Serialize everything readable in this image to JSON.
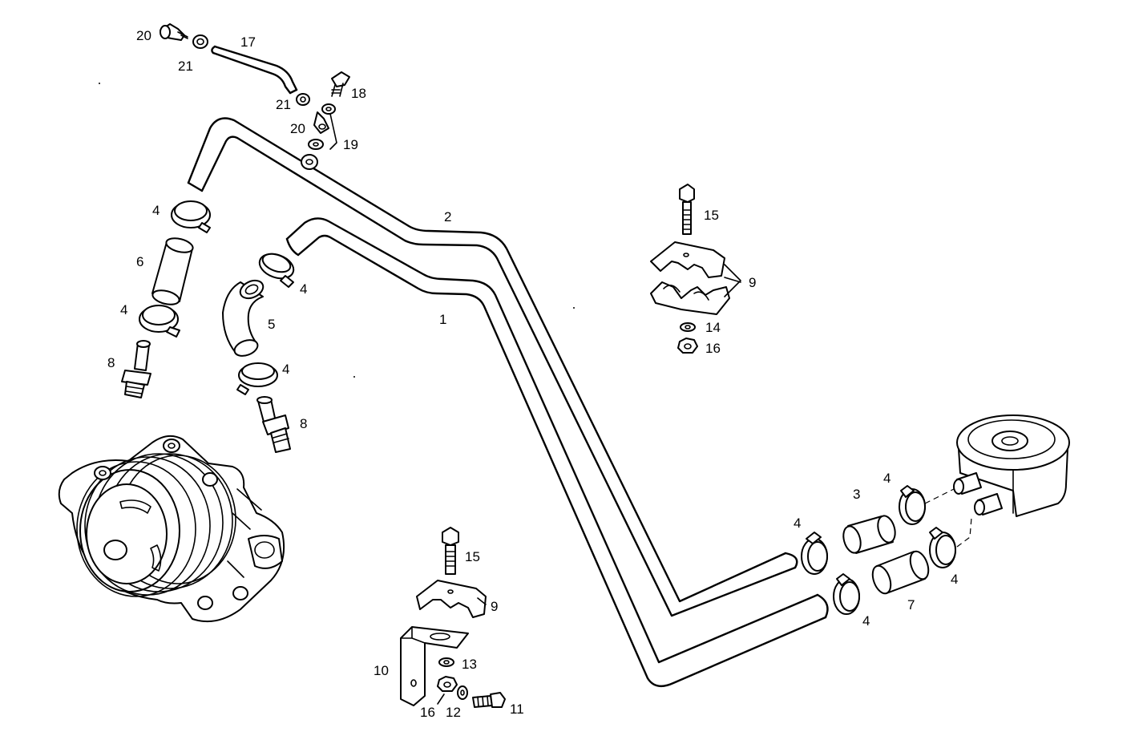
{
  "callouts": [
    {
      "id": "c1",
      "text": "1"
    },
    {
      "id": "c2",
      "text": "2"
    },
    {
      "id": "c3",
      "text": "3"
    },
    {
      "id": "c4a",
      "text": "4"
    },
    {
      "id": "c4b",
      "text": "4"
    },
    {
      "id": "c4c",
      "text": "4"
    },
    {
      "id": "c4d",
      "text": "4"
    },
    {
      "id": "c4e",
      "text": "4"
    },
    {
      "id": "c4f",
      "text": "4"
    },
    {
      "id": "c4g",
      "text": "4"
    },
    {
      "id": "c4h",
      "text": "4"
    },
    {
      "id": "c5",
      "text": "5"
    },
    {
      "id": "c6",
      "text": "6"
    },
    {
      "id": "c7",
      "text": "7"
    },
    {
      "id": "c8a",
      "text": "8"
    },
    {
      "id": "c8b",
      "text": "8"
    },
    {
      "id": "c9a",
      "text": "9"
    },
    {
      "id": "c9b",
      "text": "9"
    },
    {
      "id": "c10",
      "text": "10"
    },
    {
      "id": "c11",
      "text": "11"
    },
    {
      "id": "c12",
      "text": "12"
    },
    {
      "id": "c13",
      "text": "13"
    },
    {
      "id": "c14",
      "text": "14"
    },
    {
      "id": "c15a",
      "text": "15"
    },
    {
      "id": "c15b",
      "text": "15"
    },
    {
      "id": "c16a",
      "text": "16"
    },
    {
      "id": "c16b",
      "text": "16"
    },
    {
      "id": "c17",
      "text": "17"
    },
    {
      "id": "c18",
      "text": "18"
    },
    {
      "id": "c19",
      "text": "19"
    },
    {
      "id": "c20a",
      "text": "20"
    },
    {
      "id": "c20b",
      "text": "20"
    },
    {
      "id": "c21a",
      "text": "21"
    },
    {
      "id": "c21b",
      "text": "21"
    }
  ]
}
